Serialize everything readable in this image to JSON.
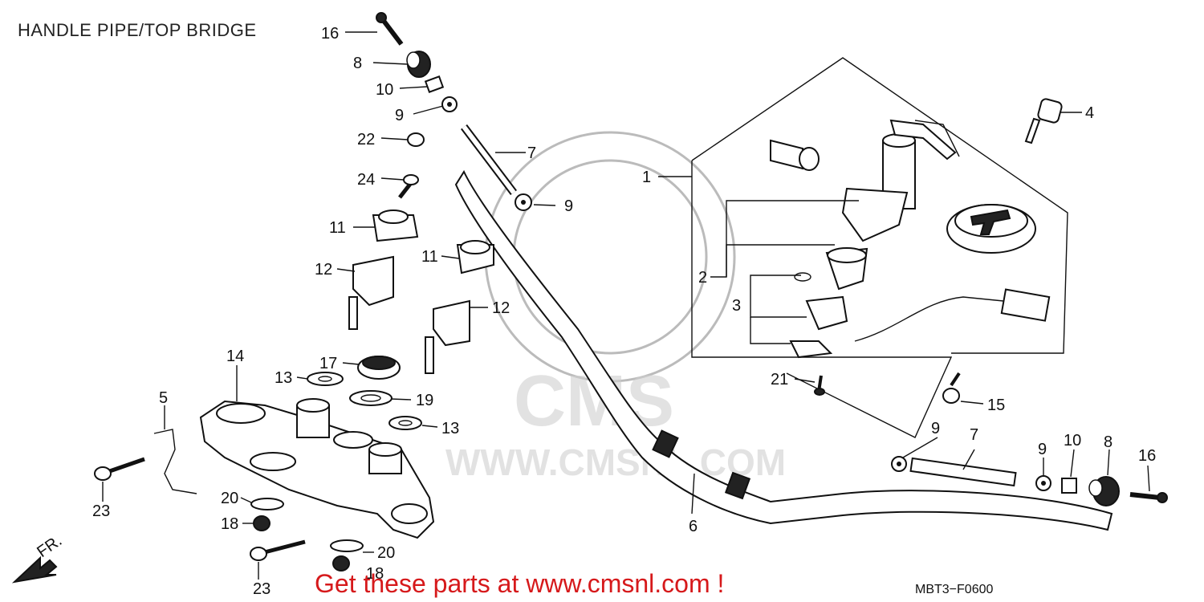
{
  "title": "HANDLE PIPE/TOP BRIDGE",
  "diagram_code": "MBT3−F0600",
  "promo_text": "Get these parts at www.cmsnl.com !",
  "watermark": {
    "logo": "CMS",
    "url": "WWW.CMSNL.COM"
  },
  "direction_label": "FR.",
  "colors": {
    "promo": "#d6191b",
    "lines": "#111111",
    "watermark": "#cfcfcf"
  },
  "callouts": {
    "c16a": "16",
    "c8a": "8",
    "c10a": "10",
    "c9a": "9",
    "c22": "22",
    "c24": "24",
    "c7a": "7",
    "c9b": "9",
    "c11a": "11",
    "c11b": "11",
    "c12a": "12",
    "c12b": "12",
    "c14": "14",
    "c17": "17",
    "c13a": "13",
    "c19": "19",
    "c13b": "13",
    "c5": "5",
    "c23a": "23",
    "c20a": "20",
    "c18a": "18",
    "c20b": "20",
    "c18b": "18",
    "c23b": "23",
    "c1": "1",
    "c2": "2",
    "c3": "3",
    "c4": "4",
    "c21": "21",
    "c15": "15",
    "c6": "6",
    "c9c": "9",
    "c7b": "7",
    "c9d": "9",
    "c10b": "10",
    "c8b": "8",
    "c16b": "16"
  }
}
